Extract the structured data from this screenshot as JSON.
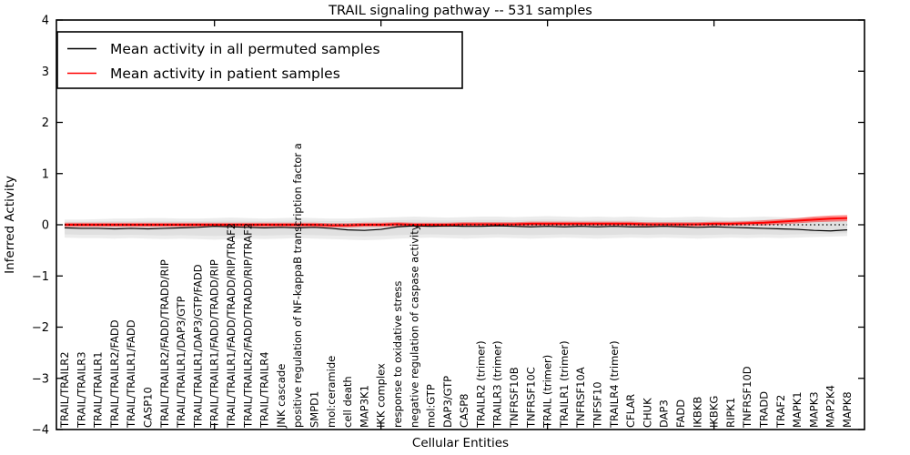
{
  "chart_data": {
    "type": "line",
    "title": "TRAIL signaling pathway -- 531 samples",
    "xlabel": "Cellular Entities",
    "ylabel": "Inferred Activity",
    "ylim": [
      -4,
      4
    ],
    "ytick_labels": [
      "4",
      "3",
      "2",
      "1",
      "0",
      "−1",
      "−2",
      "−3",
      "−4"
    ],
    "ytick_values": [
      4,
      3,
      2,
      1,
      0,
      -1,
      -2,
      -3,
      -4
    ],
    "xtick_indices": [
      9,
      19,
      29,
      39
    ],
    "grid": false,
    "legend_position": "upper left",
    "colors": {
      "permuted_line": "#000000",
      "patient_line": "#ff0000",
      "permuted_band": "#dcdcdc",
      "patient_band": "#ff9090",
      "zero_line": "#000000",
      "frame": "#000000",
      "background": "#ffffff"
    },
    "categories": [
      "TRAIL/TRAILR2",
      "TRAIL/TRAILR3",
      "TRAIL/TRAILR1",
      "TRAIL/TRAILR2/FADD",
      "TRAIL/TRAILR1/FADD",
      "CASP10",
      "TRAIL/TRAILR2/FADD/TRADD/RIP",
      "TRAIL/TRAILR1/DAP3/GTP",
      "TRAIL/TRAILR1/DAP3/GTP/FADD",
      "TRAIL/TRAILR1/FADD/TRADD/RIP",
      "TRAIL/TRAILR1/FADD/TRADD/RIP/TRAF2",
      "TRAIL/TRAILR2/FADD/TRADD/RIP/TRAF2",
      "TRAIL/TRAILR4",
      "JNK cascade",
      "positive regulation of NF-kappaB transcription factor a",
      "SMPD1",
      "mol:ceramide",
      "cell death",
      "MAP3K1",
      "IKK complex",
      "response to oxidative stress",
      "negative regulation of caspase activity",
      "mol:GTP",
      "DAP3/GTP",
      "CASP8",
      "TRAILR2 (trimer)",
      "TRAILR3 (trimer)",
      "TNFRSF10B",
      "TNFRSF10C",
      "TRAIL (trimer)",
      "TRAILR1 (trimer)",
      "TNFRSF10A",
      "TNFSF10",
      "TRAILR4 (trimer)",
      "CFLAR",
      "CHUK",
      "DAP3",
      "FADD",
      "IKBKB",
      "IKBKG",
      "RIPK1",
      "TNFRSF10D",
      "TRADD",
      "TRAF2",
      "MAPK1",
      "MAPK3",
      "MAP2K4",
      "MAPK8"
    ],
    "series": [
      {
        "name": "Mean activity in all permuted samples",
        "color": "#000000",
        "values": [
          -0.06,
          -0.07,
          -0.07,
          -0.08,
          -0.07,
          -0.08,
          -0.07,
          -0.06,
          -0.05,
          -0.03,
          -0.04,
          -0.05,
          -0.06,
          -0.05,
          -0.06,
          -0.05,
          -0.07,
          -0.1,
          -0.11,
          -0.09,
          -0.04,
          -0.02,
          -0.03,
          -0.02,
          -0.03,
          -0.03,
          -0.02,
          -0.03,
          -0.04,
          -0.03,
          -0.04,
          -0.03,
          -0.04,
          -0.03,
          -0.04,
          -0.04,
          -0.03,
          -0.04,
          -0.05,
          -0.04,
          -0.05,
          -0.06,
          -0.07,
          -0.08,
          -0.09,
          -0.11,
          -0.12,
          -0.1
        ]
      },
      {
        "name": "Mean activity in patient samples",
        "color": "#ff0000",
        "values": [
          0.0,
          0.0,
          0.0,
          0.0,
          0.0,
          0.0,
          0.0,
          0.0,
          0.0,
          0.0,
          0.0,
          0.0,
          0.0,
          0.0,
          0.0,
          0.0,
          -0.01,
          -0.01,
          0.0,
          0.0,
          0.01,
          0.0,
          0.0,
          0.0,
          0.01,
          0.01,
          0.01,
          0.01,
          0.02,
          0.02,
          0.02,
          0.02,
          0.02,
          0.02,
          0.02,
          0.01,
          0.01,
          0.01,
          0.01,
          0.02,
          0.02,
          0.03,
          0.04,
          0.06,
          0.08,
          0.1,
          0.12,
          0.13
        ]
      }
    ],
    "bands": [
      {
        "name": "permuted-confidence-band",
        "upper": [
          0.1,
          0.1,
          0.11,
          0.12,
          0.12,
          0.13,
          0.13,
          0.12,
          0.12,
          0.13,
          0.14,
          0.13,
          0.12,
          0.13,
          0.14,
          0.13,
          0.12,
          0.12,
          0.13,
          0.14,
          0.15,
          0.16,
          0.15,
          0.14,
          0.15,
          0.16,
          0.16,
          0.15,
          0.16,
          0.17,
          0.16,
          0.15,
          0.16,
          0.15,
          0.16,
          0.15,
          0.14,
          0.15,
          0.16,
          0.15,
          0.14,
          0.15,
          0.16,
          0.15,
          0.14,
          0.15,
          0.14,
          0.13
        ],
        "lower": [
          -0.25,
          -0.26,
          -0.26,
          -0.27,
          -0.26,
          -0.27,
          -0.28,
          -0.27,
          -0.28,
          -0.29,
          -0.28,
          -0.27,
          -0.28,
          -0.27,
          -0.26,
          -0.27,
          -0.28,
          -0.29,
          -0.3,
          -0.29,
          -0.27,
          -0.26,
          -0.25,
          -0.26,
          -0.27,
          -0.26,
          -0.25,
          -0.26,
          -0.27,
          -0.26,
          -0.25,
          -0.26,
          -0.27,
          -0.26,
          -0.25,
          -0.26,
          -0.25,
          -0.26,
          -0.27,
          -0.26,
          -0.25,
          -0.26,
          -0.25,
          -0.26,
          -0.25,
          -0.24,
          -0.23,
          -0.22
        ]
      },
      {
        "name": "patient-confidence-band",
        "upper": [
          0.04,
          0.04,
          0.04,
          0.04,
          0.04,
          0.04,
          0.04,
          0.04,
          0.04,
          0.04,
          0.04,
          0.04,
          0.04,
          0.04,
          0.04,
          0.04,
          0.03,
          0.03,
          0.04,
          0.04,
          0.05,
          0.04,
          0.04,
          0.04,
          0.05,
          0.05,
          0.05,
          0.05,
          0.06,
          0.06,
          0.06,
          0.06,
          0.06,
          0.06,
          0.06,
          0.05,
          0.05,
          0.05,
          0.05,
          0.06,
          0.06,
          0.07,
          0.09,
          0.11,
          0.13,
          0.16,
          0.18,
          0.19
        ],
        "lower": [
          -0.04,
          -0.04,
          -0.04,
          -0.04,
          -0.04,
          -0.04,
          -0.04,
          -0.04,
          -0.04,
          -0.04,
          -0.04,
          -0.04,
          -0.04,
          -0.04,
          -0.04,
          -0.04,
          -0.05,
          -0.05,
          -0.04,
          -0.04,
          -0.03,
          -0.04,
          -0.04,
          -0.04,
          -0.03,
          -0.03,
          -0.03,
          -0.03,
          -0.02,
          -0.02,
          -0.02,
          -0.02,
          -0.02,
          -0.02,
          -0.02,
          -0.03,
          -0.03,
          -0.03,
          -0.03,
          -0.02,
          -0.02,
          -0.01,
          -0.01,
          0.01,
          0.03,
          0.05,
          0.06,
          0.07
        ]
      }
    ],
    "zero_line_value": 0,
    "legend": {
      "entries": [
        {
          "label": "Mean activity in all permuted samples",
          "color": "#000000"
        },
        {
          "label": "Mean activity in patient samples",
          "color": "#ff0000"
        }
      ]
    }
  }
}
